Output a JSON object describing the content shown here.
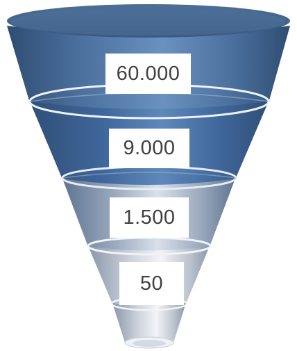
{
  "funnel": {
    "stages": [
      {
        "label": "60.000",
        "value": 60000
      },
      {
        "label": "9.000",
        "value": 9000
      },
      {
        "label": "1.500",
        "value": 1500
      },
      {
        "label": "50",
        "value": 50
      }
    ]
  },
  "colors": {
    "top_dark": "#3e6088",
    "top_mid": "#6c94c1",
    "mid_blue": "#4f77a8",
    "gray_light": "#e4e8ee",
    "gray_mid": "#a8b5c6",
    "ring": "#eef2f7",
    "label_bg": "#ffffff",
    "label_text": "#404040"
  }
}
